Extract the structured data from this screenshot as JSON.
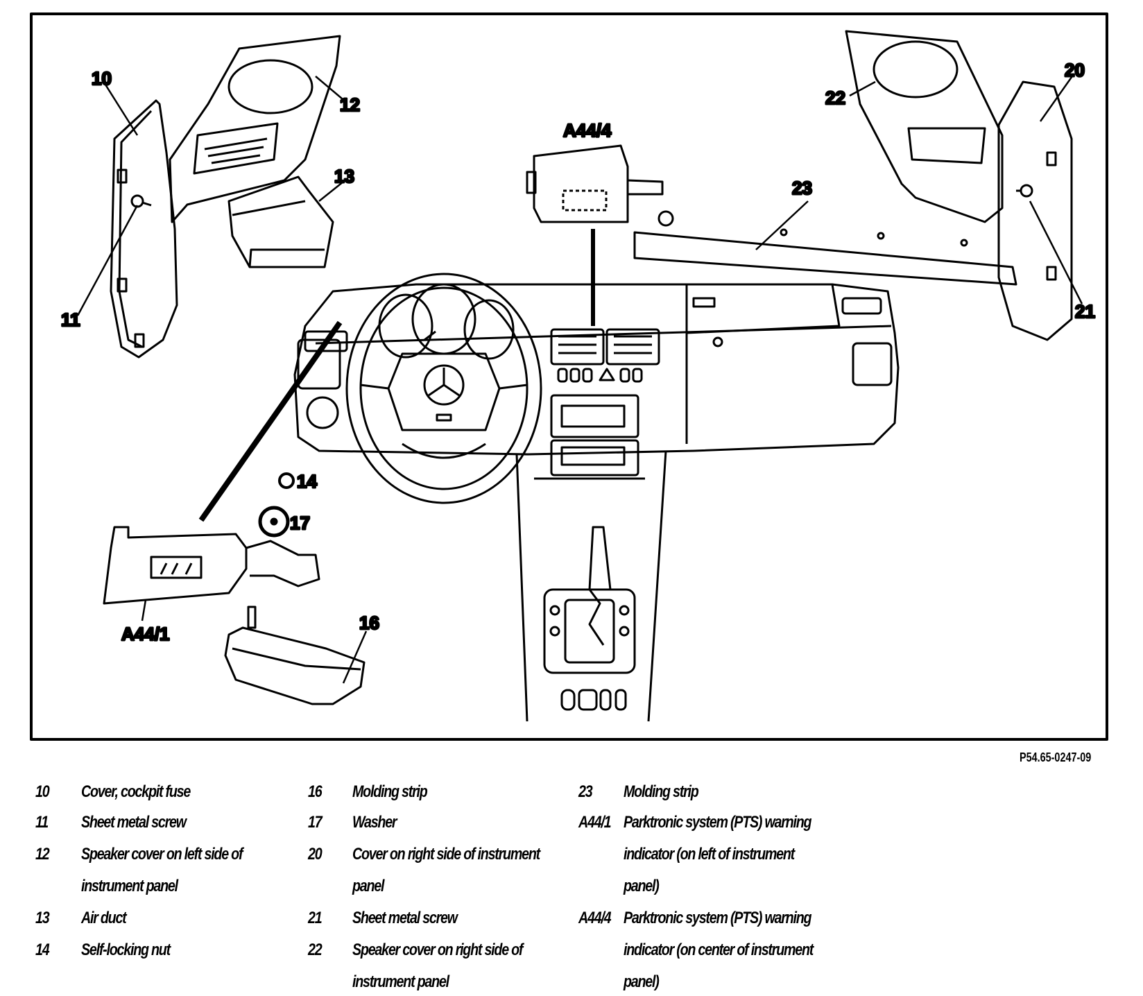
{
  "reference_code": "P54.65-0247-09",
  "callouts": {
    "c10": "10",
    "c11": "11",
    "c12": "12",
    "c13": "13",
    "c14": "14",
    "c16": "16",
    "c17": "17",
    "c20": "20",
    "c21": "21",
    "c22": "22",
    "c23": "23",
    "a44_1": "A44/1",
    "a44_4": "A44/4"
  },
  "legend": [
    {
      "num": "10",
      "lines": [
        "Cover, cockpit fuse"
      ]
    },
    {
      "num": "11",
      "lines": [
        "Sheet metal screw"
      ]
    },
    {
      "num": "12",
      "lines": [
        "Speaker cover on left side of",
        "instrument panel"
      ]
    },
    {
      "num": "13",
      "lines": [
        "Air duct"
      ]
    },
    {
      "num": "14",
      "lines": [
        "Self-locking nut"
      ]
    },
    {
      "num": "16",
      "lines": [
        "Molding strip"
      ]
    },
    {
      "num": "17",
      "lines": [
        "Washer"
      ]
    },
    {
      "num": "20",
      "lines": [
        "Cover on right side of instrument",
        "panel"
      ]
    },
    {
      "num": "21",
      "lines": [
        "Sheet metal screw"
      ]
    },
    {
      "num": "22",
      "lines": [
        "Speaker cover on right side of",
        "instrument panel"
      ]
    },
    {
      "num": "23",
      "lines": [
        "Molding strip"
      ]
    },
    {
      "num": "A44/1",
      "lines": [
        "Parktronic system (PTS) warning",
        "indicator (on left of instrument",
        "panel)"
      ]
    },
    {
      "num": "A44/4",
      "lines": [
        "Parktronic system (PTS) warning",
        "indicator (on center of instrument",
        "panel)"
      ]
    }
  ]
}
